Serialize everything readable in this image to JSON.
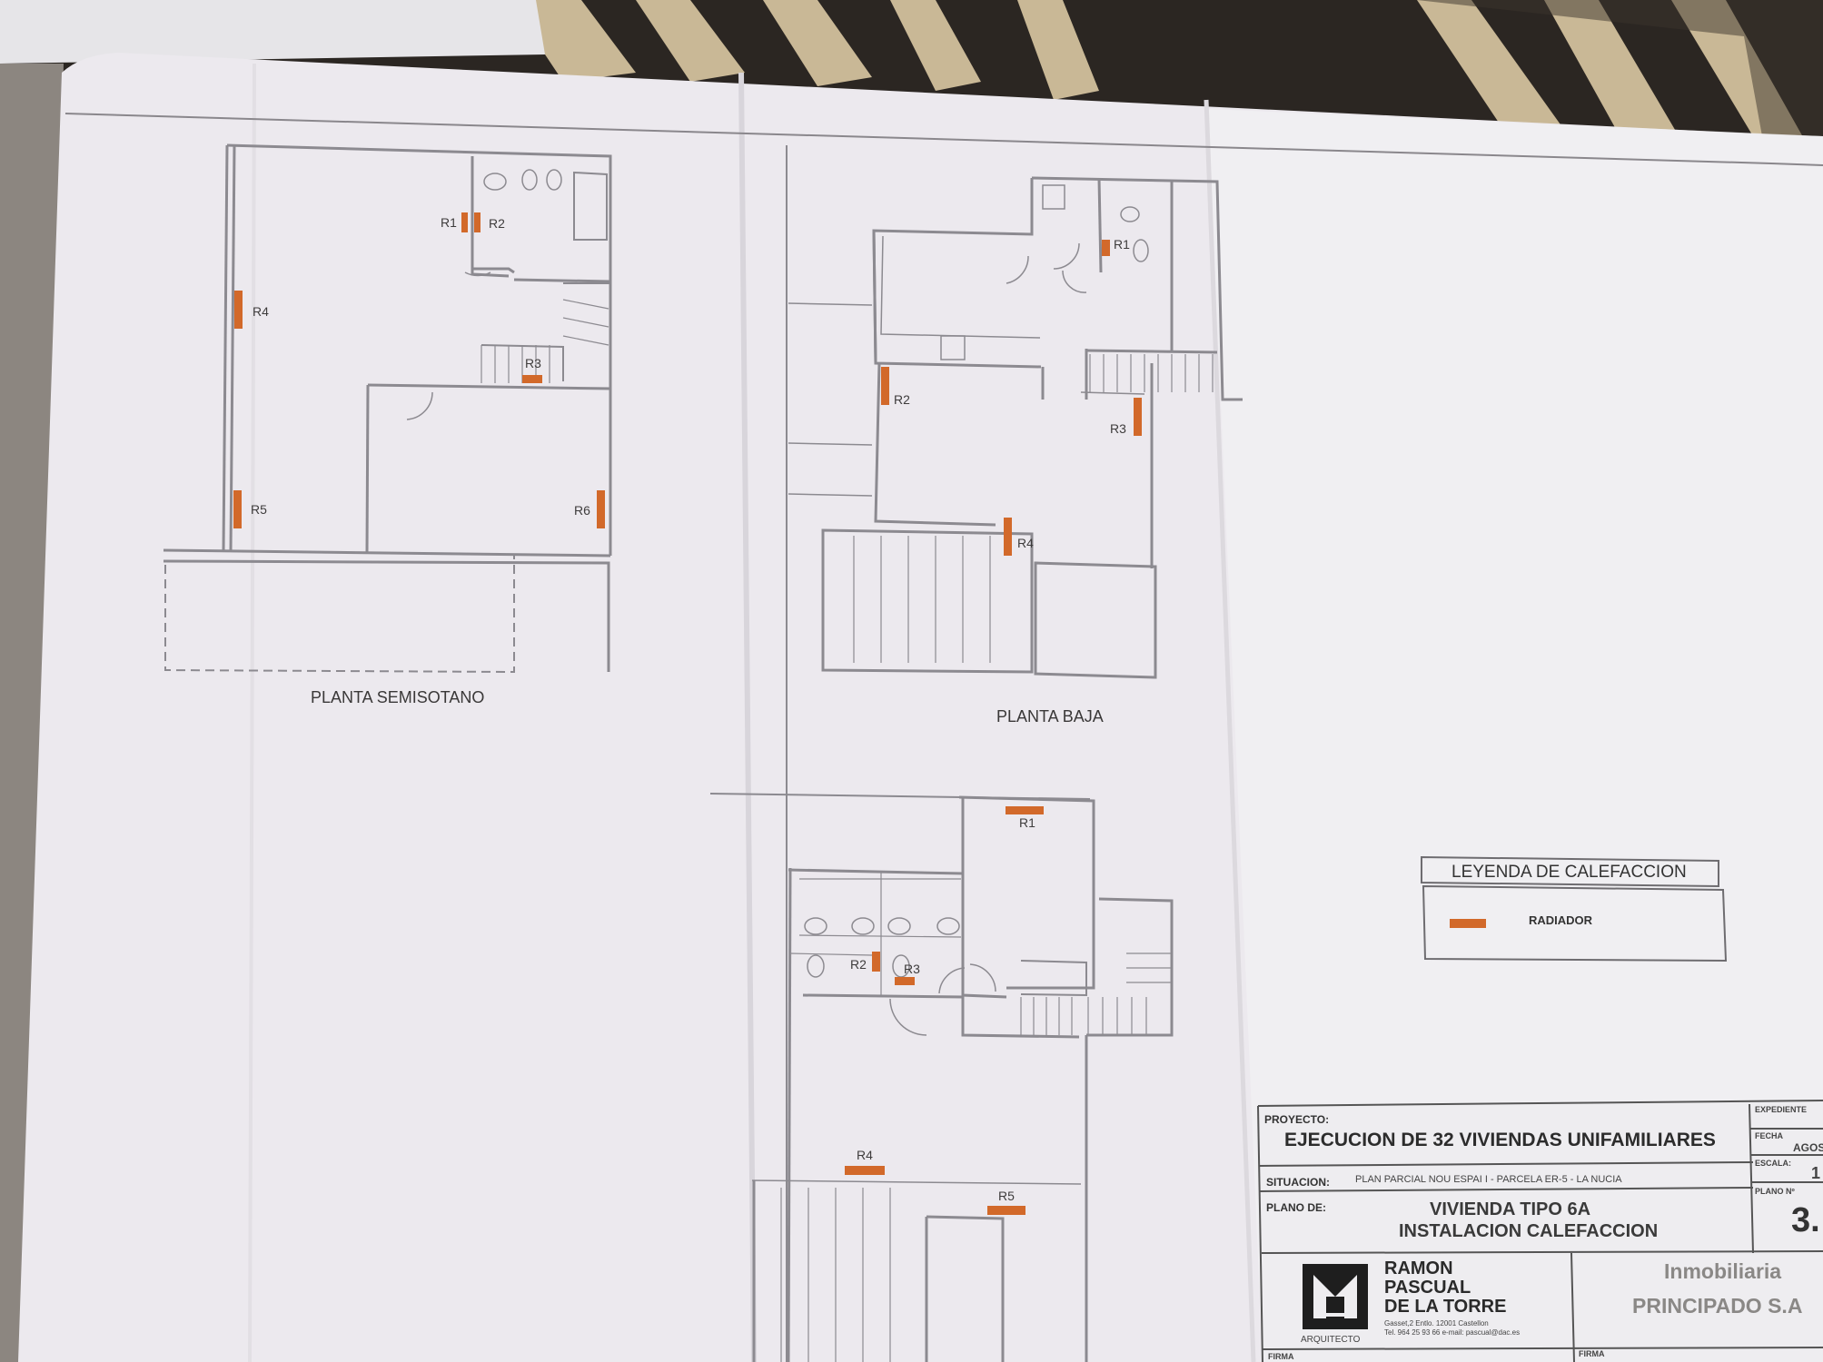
{
  "floor_plans": {
    "basement": {
      "title": "PLANTA SEMISOTANO",
      "radiators": [
        "R1",
        "R2",
        "R3",
        "R4",
        "R5",
        "R6"
      ]
    },
    "ground": {
      "title": "PLANTA BAJA",
      "radiators": [
        "R1",
        "R2",
        "R3",
        "R4"
      ]
    },
    "upper": {
      "radiators": [
        "R1",
        "R2",
        "R3",
        "R4",
        "R5"
      ]
    }
  },
  "legend": {
    "title": "LEYENDA DE CALEFACCION",
    "item_label": "RADIADOR",
    "radiator_color": "#d2692a"
  },
  "title_block": {
    "project_label": "PROYECTO:",
    "project_name": "EJECUCION DE 32 VIVIENDAS UNIFAMILIARES",
    "situation_label": "SITUACION:",
    "situation_value": "PLAN PARCIAL NOU ESPAI I - PARCELA ER-5 - LA NUCIA",
    "plan_label": "PLANO DE:",
    "plan_line1": "VIVIENDA TIPO 6A",
    "plan_line2": "INSTALACION CALEFACCION",
    "expediente_label": "EXPEDIENTE",
    "fecha_label": "FECHA",
    "fecha_value": "AGOS",
    "escala_label": "ESCALA:",
    "escala_value": "1",
    "plano_num_label": "PLANO Nº",
    "plano_num_value": "3.",
    "architect_line1": "RAMON",
    "architect_line2": "PASCUAL",
    "architect_line3": "DE LA TORRE",
    "architect_address": "Gasset,2 Entlo. 12001 Castellon",
    "architect_contact": "Tel. 964 25 93 66  e-mail: pascual@dac.es",
    "architect_role": "ARQUITECTO",
    "client_line1": "Inmobiliaria",
    "client_line2": "PRINCIPADO S.A",
    "firma_label": "FIRMA"
  }
}
